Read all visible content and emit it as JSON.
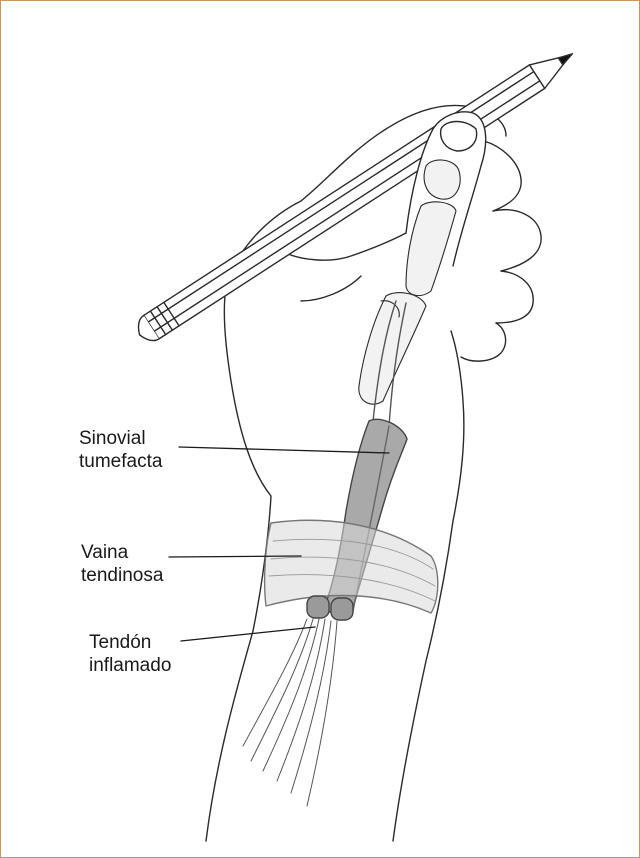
{
  "figure": {
    "border_color": "#c9955a",
    "labels": [
      {
        "id": "sinovial",
        "lines": [
          "Sinovial",
          "tumefacta"
        ]
      },
      {
        "id": "vaina",
        "lines": [
          "Vaina",
          "tendinosa"
        ]
      },
      {
        "id": "tendon",
        "lines": [
          "Tendón",
          "inflamado"
        ]
      }
    ]
  }
}
